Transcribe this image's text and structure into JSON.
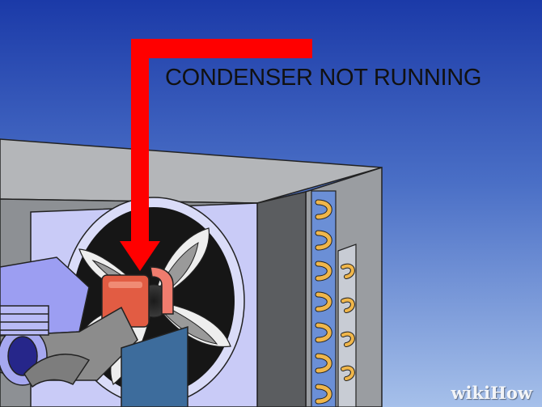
{
  "caption": {
    "text": "CONDENSER NOT RUNNING"
  },
  "watermark": {
    "text_a": "wiki",
    "text_b": "How"
  },
  "colors": {
    "sky_top": "#1b3aa8",
    "sky_bottom": "#9ab6e4",
    "arrow": "#ff0000",
    "housing": "#a3a6a9",
    "fan_bg": "#c9cbf7",
    "panel": "#3d6c9c",
    "coil_strip": "#6b8fd6",
    "coil_tube": "#f0b64a",
    "motor": "#e25c43"
  },
  "icons": [
    "condenser-unit-illustration",
    "red-arrow-pointer",
    "fan-blades",
    "fan-motor",
    "copper-coils"
  ]
}
